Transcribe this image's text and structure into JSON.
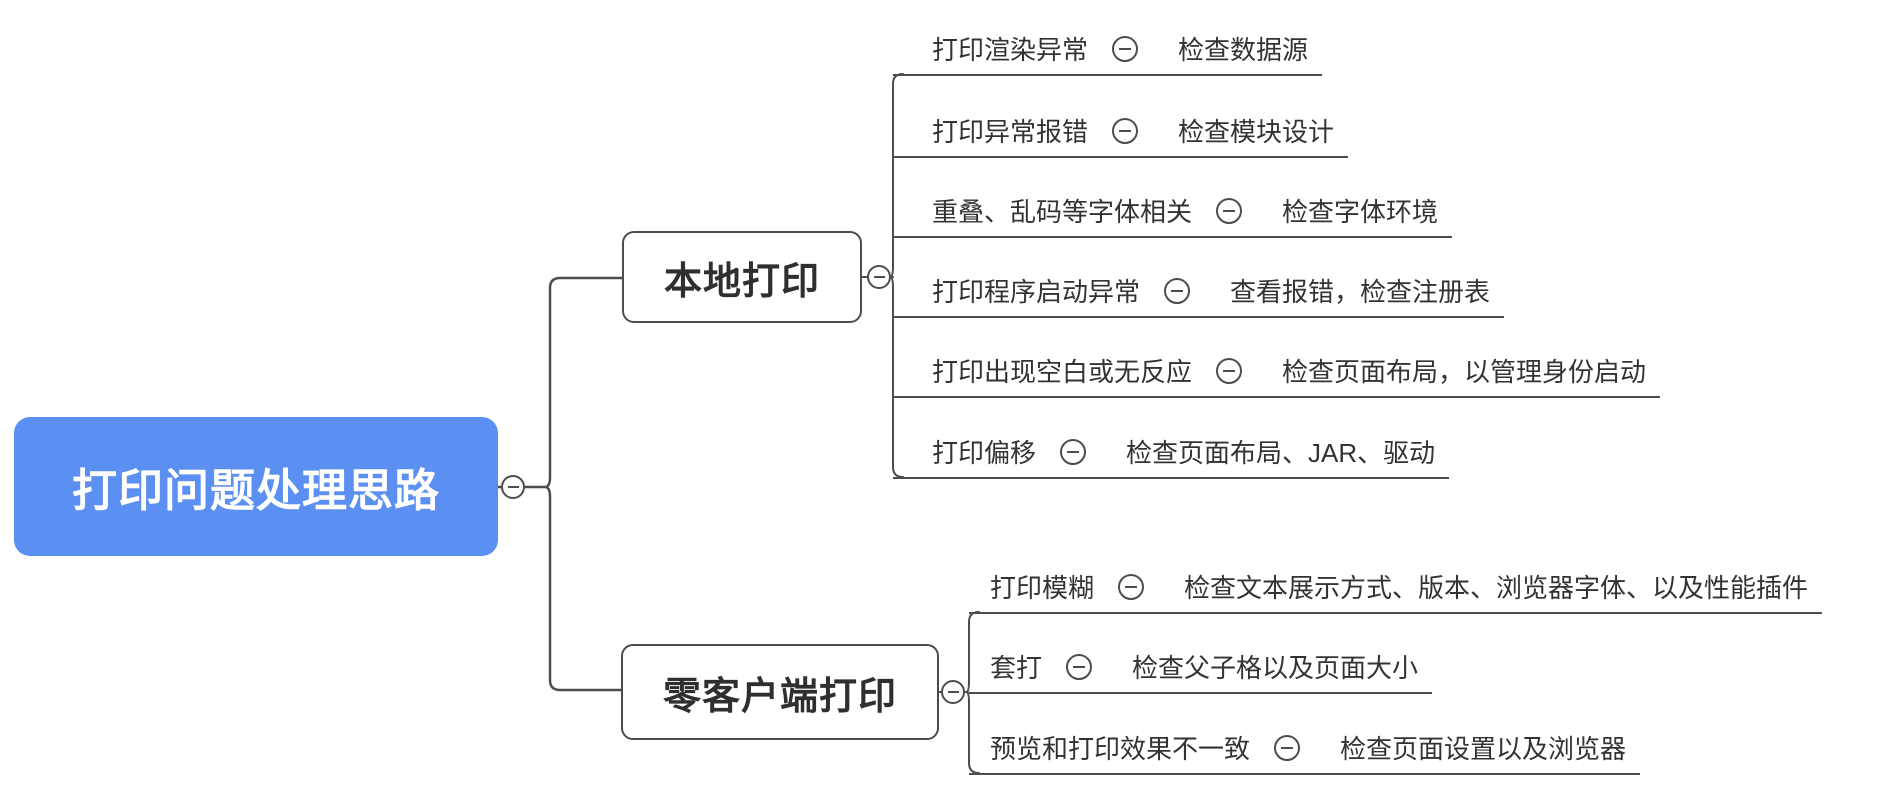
{
  "root": {
    "label": "打印问题处理思路"
  },
  "branches": [
    {
      "label": "本地打印",
      "children": [
        {
          "topic": "打印渲染异常",
          "action": "检查数据源"
        },
        {
          "topic": "打印异常报错",
          "action": "检查模块设计"
        },
        {
          "topic": "重叠、乱码等字体相关",
          "action": "检查字体环境"
        },
        {
          "topic": "打印程序启动异常",
          "action": "查看报错，检查注册表"
        },
        {
          "topic": "打印出现空白或无反应",
          "action": "检查页面布局，以管理身份启动"
        },
        {
          "topic": "打印偏移",
          "action": "检查页面布局、JAR、驱动"
        }
      ]
    },
    {
      "label": "零客户端打印",
      "children": [
        {
          "topic": "打印模糊",
          "action": "检查文本展示方式、版本、浏览器字体、以及性能插件"
        },
        {
          "topic": "套打",
          "action": "检查父子格以及页面大小"
        },
        {
          "topic": "预览和打印效果不一致",
          "action": "检查页面设置以及浏览器"
        }
      ]
    }
  ],
  "colors": {
    "root_background": "#5B8FF2",
    "root_text": "#FFFFFF",
    "line": "#4D4D4D",
    "node_border": "#4D4D4D",
    "text": "#333333",
    "canvas_background": "#FFFFFF"
  },
  "icons": {
    "collapse": "minus-in-circle"
  }
}
